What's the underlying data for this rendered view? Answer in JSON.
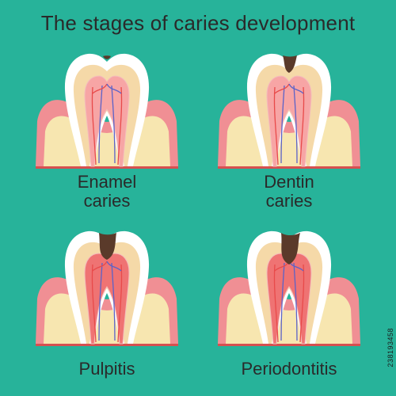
{
  "title": "The stages of caries development",
  "panels": [
    {
      "stage": 1,
      "label_line1": "Enamel",
      "label_line2": "caries"
    },
    {
      "stage": 2,
      "label_line1": "Dentin",
      "label_line2": "caries"
    },
    {
      "stage": 3,
      "label_line1": "Pulpitis",
      "label_line2": ""
    },
    {
      "stage": 4,
      "label_line1": "Periodontitis",
      "label_line2": ""
    }
  ],
  "watermark": "238193458",
  "colors": {
    "background": "#27b39a",
    "gum": "#f08f94",
    "bone": "#f7e6b0",
    "enamel": "#ffffff",
    "dentin": "#f5d9a8",
    "pulp": "#f7a5a5",
    "pulp_inflamed": "#ef7373",
    "nerve_red": "#e84a4a",
    "nerve_blue": "#5b62c8",
    "decay": "#5a3a2a",
    "baseline": "#d65050"
  }
}
